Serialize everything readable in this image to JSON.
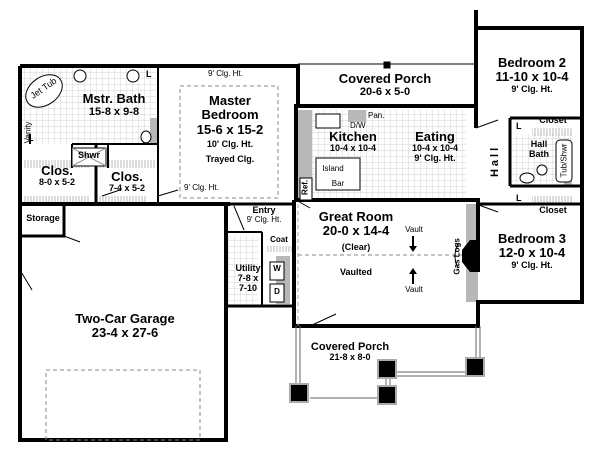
{
  "plan": {
    "rooms": [
      {
        "id": "mstr-bath",
        "name": "Mstr. Bath",
        "dims": "15-8 x 9-8"
      },
      {
        "id": "master-bedroom",
        "name": "Master",
        "name2": "Bedroom",
        "dims": "15-6 x 15-2",
        "note": "10' Clg. Ht.",
        "note2": "Trayed Clg."
      },
      {
        "id": "clos-1",
        "name": "Clos.",
        "dims": "8-0 x 5-2"
      },
      {
        "id": "clos-2",
        "name": "Clos.",
        "dims": "7-4 x 5-2"
      },
      {
        "id": "covered-porch-rear",
        "name": "Covered Porch",
        "dims": "20-6 x 5-0"
      },
      {
        "id": "kitchen",
        "name": "Kitchen",
        "dims": "10-4 x 10-4"
      },
      {
        "id": "eating",
        "name": "Eating",
        "dims": "10-4 x 10-4",
        "note": "9' Clg. Ht."
      },
      {
        "id": "bedroom-2",
        "name": "Bedroom 2",
        "dims": "11-10 x 10-4",
        "note": "9' Clg. Ht."
      },
      {
        "id": "hall-bath",
        "name": "Hall",
        "name2": "Bath"
      },
      {
        "id": "hall",
        "name": "Hall"
      },
      {
        "id": "bedroom-3",
        "name": "Bedroom 3",
        "dims": "12-0 x 10-4",
        "note": "9' Clg. Ht."
      },
      {
        "id": "great-room",
        "name": "Great Room",
        "dims": "20-0 x 14-4",
        "note": "(Clear)",
        "note2": "Vaulted"
      },
      {
        "id": "entry",
        "name": "Entry",
        "note": "9' Clg. Ht."
      },
      {
        "id": "utility",
        "name": "Utility",
        "dims": "7-8 x",
        "dims2": "7-10"
      },
      {
        "id": "storage",
        "name": "Storage"
      },
      {
        "id": "garage",
        "name": "Two-Car Garage",
        "dims": "23-4 x 27-6"
      },
      {
        "id": "covered-porch-front",
        "name": "Covered Porch",
        "dims": "21-8 x 8-0"
      }
    ],
    "fixtures": {
      "jet_tub": "Jet Tub",
      "vanity": "Vanity",
      "linen": "L",
      "shower": "Shwr",
      "pantry": "Pan.",
      "dishwasher": "D/W",
      "island": "Island",
      "bar": "Bar",
      "refrigerator": "Ref.",
      "closet": "Closet",
      "tub_shower": "Tub/Shwr",
      "coat": "Coat",
      "washer": "W",
      "dryer": "D",
      "gas_logs": "Gas Logs",
      "vault": "Vault"
    },
    "ceiling_notes": {
      "mb_top": "9' Clg. Ht.",
      "mb_bottom": "9' Clg. Ht."
    },
    "colors": {
      "wall": "#000000",
      "fill_gray": "#b0b0b0",
      "tile": "#c8c8c8"
    }
  }
}
